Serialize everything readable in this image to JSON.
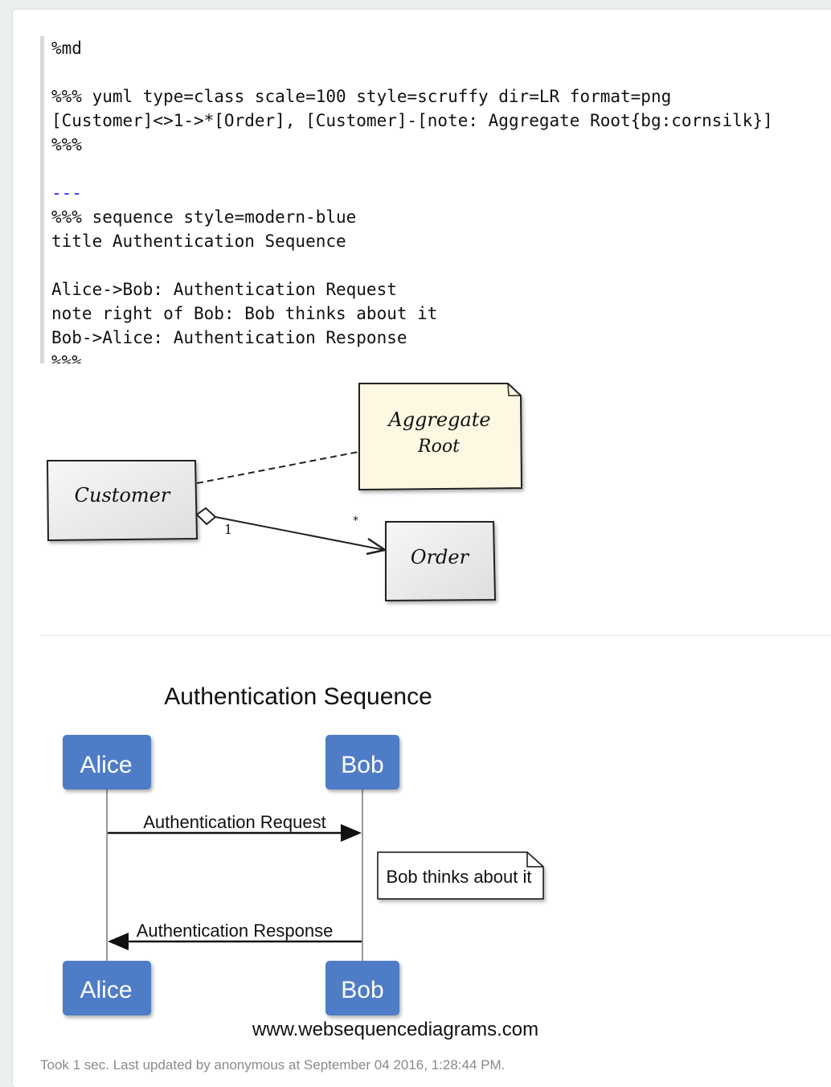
{
  "editor": {
    "lines": [
      "%md",
      "",
      "%%% yuml type=class scale=100 style=scruffy dir=LR format=png",
      "[Customer]<>1->*[Order], [Customer]-[note: Aggregate Root{bg:cornsilk}]",
      "%%%",
      "",
      "---",
      "%%% sequence style=modern-blue",
      "title Authentication Sequence",
      "",
      "Alice->Bob: Authentication Request",
      "note right of Bob: Bob thinks about it",
      "Bob->Alice: Authentication Response",
      "%%%"
    ]
  },
  "class_diagram": {
    "customer": "Customer",
    "order": "Order",
    "note_line1": "Aggregate",
    "note_line2": "Root",
    "multiplicity_source": "1",
    "multiplicity_target": "*",
    "note_bg": "#fdf8e1"
  },
  "sequence_diagram": {
    "title": "Authentication Sequence",
    "participants": [
      "Alice",
      "Bob"
    ],
    "message1": "Authentication Request",
    "note": "Bob thinks about it",
    "message2": "Authentication Response",
    "watermark": "www.websequencediagrams.com",
    "participant_color": "#4f7bc6"
  },
  "footer": {
    "status": "Took 1 sec. Last updated by anonymous at September 04 2016, 1:28:44 PM."
  }
}
